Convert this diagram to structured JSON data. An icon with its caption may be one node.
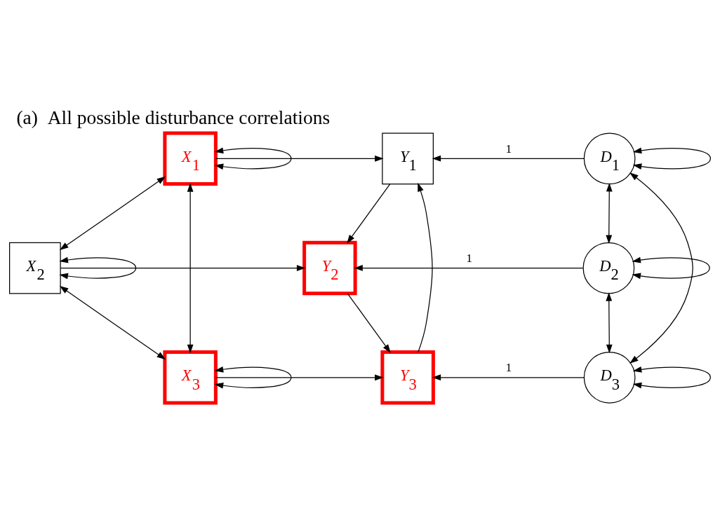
{
  "diagram": {
    "title": "(a)  All possible disturbance correlations",
    "nodes": [
      {
        "text": [
          "X$_{1}$"
        ]
      },
      {
        "text": [
          "X$_{2}$"
        ]
      },
      {
        "text": [
          "X$_{3}$"
        ]
      },
      {
        "text": [
          "Y$_{1}$"
        ]
      },
      {
        "text": [
          "Y$_{2}$"
        ]
      },
      {
        "text": [
          "Y$_{3}$"
        ]
      },
      {
        "text": [
          "D$_{1}$"
        ]
      },
      {
        "text": [
          "D$_{2}$"
        ]
      },
      {
        "text": [
          "D$_{3}$"
        ]
      }
    ],
    "edges": [
      {
        "from": 0,
        "to": 0,
        "arrow": "both"
      },
      {
        "from": 1,
        "to": 1,
        "arrow": "both"
      },
      {
        "from": 2,
        "to": 2,
        "arrow": "both"
      },
      {
        "from": 6,
        "to": 6,
        "arrow": "both"
      },
      {
        "from": 7,
        "to": 7,
        "arrow": "both"
      },
      {
        "from": 8,
        "to": 8,
        "arrow": "both"
      },
      {
        "from": 0,
        "to": 1,
        "arrow": "both"
      },
      {
        "from": 1,
        "to": 2,
        "arrow": "both"
      },
      {
        "from": 0,
        "to": 2,
        "arrow": "both"
      },
      {
        "from": 0,
        "to": 3,
        "arrow": "to"
      },
      {
        "from": 1,
        "to": 4,
        "arrow": "to"
      },
      {
        "from": 2,
        "to": 5,
        "arrow": "to"
      },
      {
        "from": 5,
        "to": 3,
        "arrow": "to"
      },
      {
        "from": 3,
        "to": 4,
        "arrow": "to"
      },
      {
        "from": 4,
        "to": 5,
        "arrow": "to"
      },
      {
        "from": 6,
        "to": 3,
        "arrow": "to",
        "label": "1"
      },
      {
        "from": 7,
        "to": 4,
        "arrow": "to",
        "label": "1"
      },
      {
        "from": 8,
        "to": 5,
        "arrow": "to",
        "label": "1"
      },
      {
        "from": 6,
        "to": 7,
        "arrow": "both"
      },
      {
        "from": 7,
        "to": 8,
        "arrow": "both"
      },
      {
        "from": 6,
        "to": 8,
        "arrow": "both"
      }
    ]
  }
}
